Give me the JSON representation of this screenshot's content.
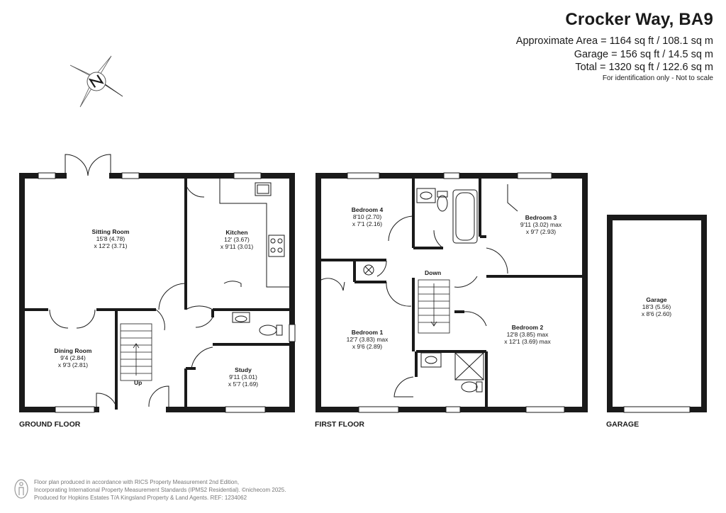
{
  "header": {
    "title": "Crocker Way, BA9",
    "area_approx": "Approximate Area = 1164 sq ft / 108.1 sq m",
    "area_garage": "Garage = 156 sq ft / 14.5 sq m",
    "area_total": "Total = 1320 sq ft / 122.6 sq m",
    "identification": "For identification only - Not to scale"
  },
  "compass": {
    "icon": "north-arrow-icon",
    "letter": "N"
  },
  "floors": {
    "ground": {
      "label": "GROUND FLOOR",
      "stairs": "Up",
      "rooms": [
        {
          "name": "Sitting Room",
          "dim1": "15'8 (4.78)",
          "dim2": "x 12'2 (3.71)"
        },
        {
          "name": "Kitchen",
          "dim1": "12' (3.67)",
          "dim2": "x 9'11 (3.01)"
        },
        {
          "name": "Dining Room",
          "dim1": "9'4 (2.84)",
          "dim2": "x 9'3 (2.81)"
        },
        {
          "name": "Study",
          "dim1": "9'11 (3.01)",
          "dim2": "x 5'7 (1.69)"
        }
      ]
    },
    "first": {
      "label": "FIRST FLOOR",
      "stairs": "Down",
      "rooms": [
        {
          "name": "Bedroom 4",
          "dim1": "8'10 (2.70)",
          "dim2": "x 7'1 (2.16)"
        },
        {
          "name": "Bedroom 3",
          "dim1": "9'11 (3.02) max",
          "dim2": "x 9'7 (2.93)"
        },
        {
          "name": "Bedroom 1",
          "dim1": "12'7 (3.83) max",
          "dim2": "x 9'6 (2.89)"
        },
        {
          "name": "Bedroom 2",
          "dim1": "12'8 (3.85) max",
          "dim2": "x 12'1 (3.69) max"
        }
      ]
    },
    "garage": {
      "label": "GARAGE",
      "rooms": [
        {
          "name": "Garage",
          "dim1": "18'3 (5.56)",
          "dim2": "x 8'6 (2.60)"
        }
      ]
    }
  },
  "footer": {
    "line1": "Floor plan produced in accordance with RICS Property Measurement 2nd Edition,",
    "line2": "Incorporating International Property Measurement Standards (IPMS2 Residential). ©nichecom 2025.",
    "line3": "Produced for Hopkins Estates T/A Kingsland Property & Land Agents.   REF:  1234062"
  },
  "colors": {
    "wall": "#1a1a1a",
    "text": "#1a1a1a",
    "footer": "#777777"
  }
}
